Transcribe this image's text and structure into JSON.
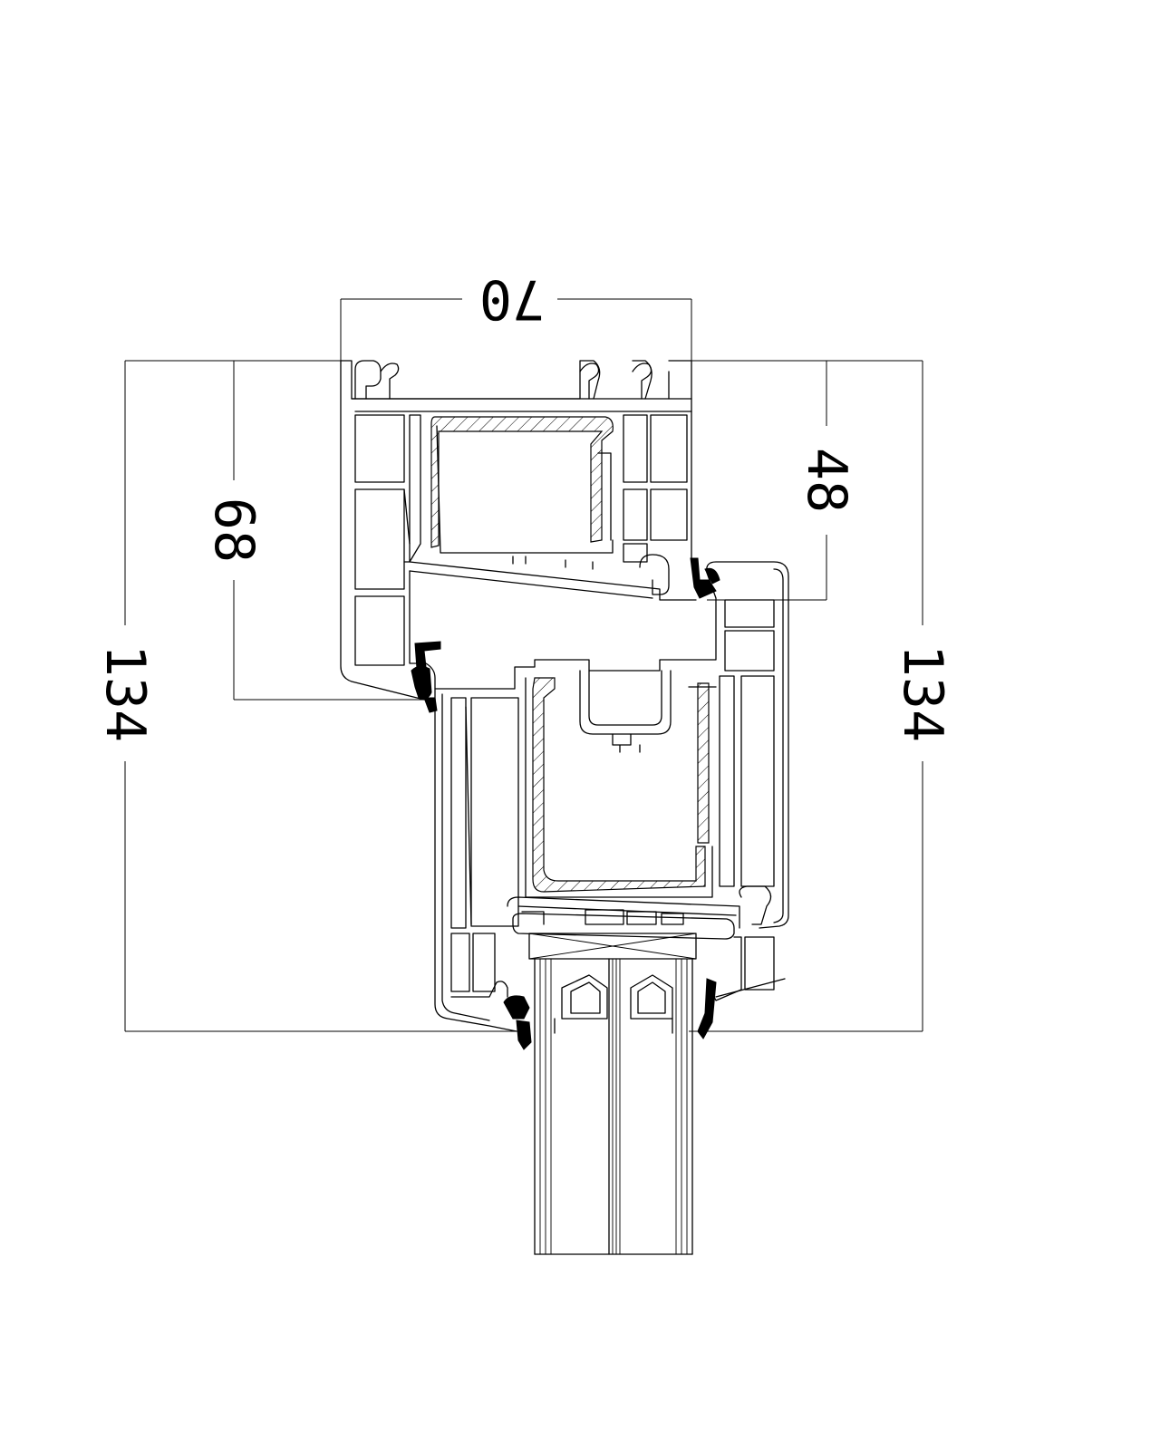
{
  "dimensions": {
    "top_width": "70",
    "left_outer_height": "134",
    "left_inner_height": "68",
    "right_inner_height": "48",
    "right_outer_height": "134"
  },
  "colors": {
    "line": "#000000",
    "background": "#ffffff"
  }
}
